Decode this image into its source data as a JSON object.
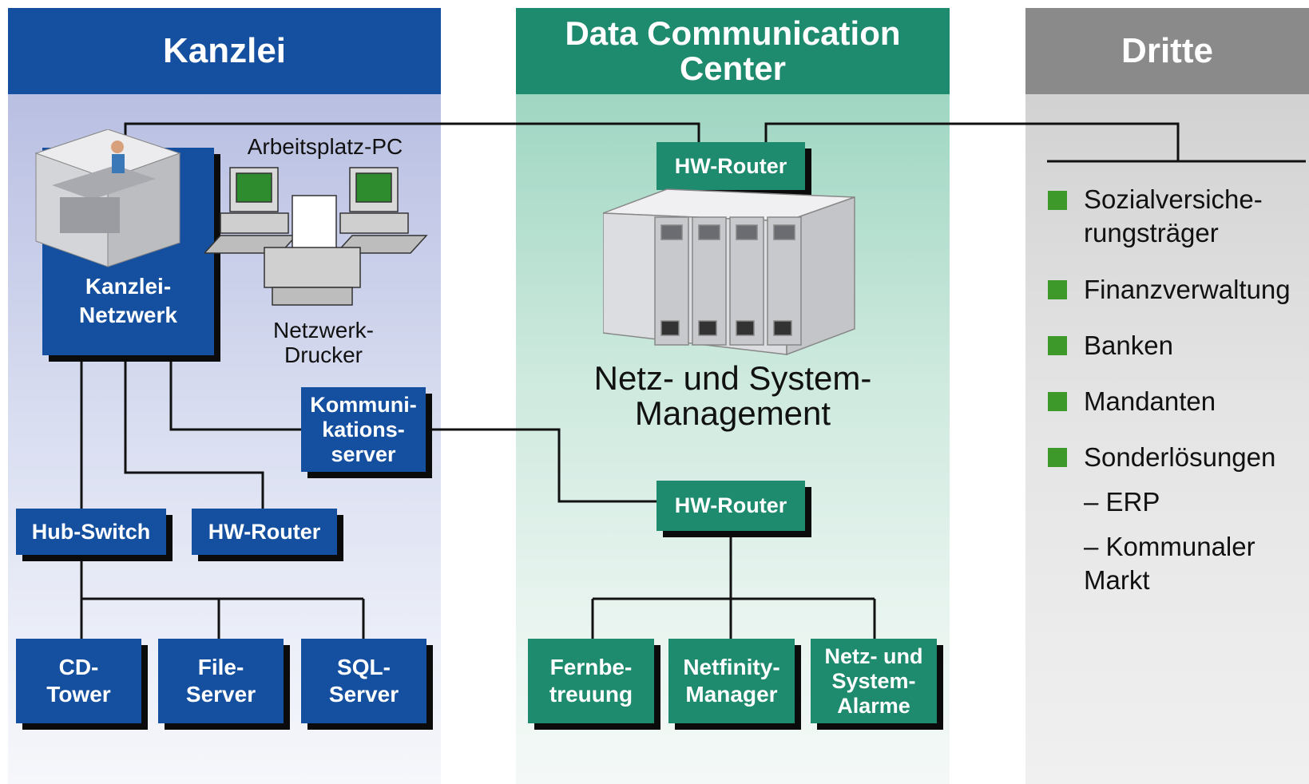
{
  "columns": {
    "kanzlei": {
      "title": "Kanzlei",
      "color": "#1550a0"
    },
    "dcc": {
      "title": "Data Communication Center",
      "color": "#1e8a6e"
    },
    "dritte": {
      "title": "Dritte",
      "color": "#8a8a8a"
    }
  },
  "kanzlei": {
    "network_label": "Kanzlei-\nNetzwerk",
    "workstation_label": "Arbeitsplatz-PC",
    "printer_label": "Netzwerk-\nDrucker",
    "comm_server": "Kommuni-\nkations-\nserver",
    "hub_switch": "Hub-Switch",
    "hw_router": "HW-Router",
    "cd_tower": "CD-\nTower",
    "file_server": "File-\nServer",
    "sql_server": "SQL-\nServer"
  },
  "dcc": {
    "hw_router_top": "HW-Router",
    "management_label": "Netz- und System-\nManagement",
    "hw_router_bottom": "HW-Router",
    "fernbetreuung": "Fernbe-\ntreuung",
    "netfinity": "Netfinity-\nManager",
    "alarme": "Netz- und\nSystem-\nAlarme"
  },
  "dritte": {
    "items": [
      "Sozialversiche-\nrungsträger",
      "Finanzverwaltung",
      "Banken",
      "Mandanten",
      "Sonderlösungen"
    ],
    "subitems": [
      "– ERP",
      "– Kommunaler\nMarkt"
    ]
  }
}
